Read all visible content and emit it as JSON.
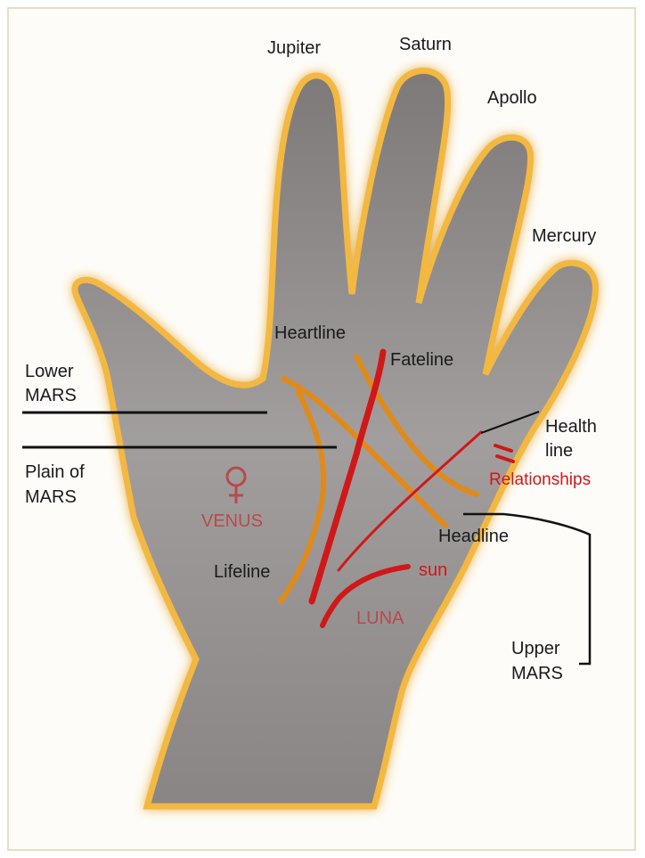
{
  "labels": {
    "jupiter": "Jupiter",
    "saturn": "Saturn",
    "apollo": "Apollo",
    "mercury": "Mercury",
    "heartline": "Heartline",
    "fateline": "Fateline",
    "lower_mars_1": "Lower",
    "lower_mars_2": "MARS",
    "plain_of_mars_1": "Plain of",
    "plain_of_mars_2": "MARS",
    "health_line_1": "Health",
    "health_line_2": "line",
    "relationships": "Relationships",
    "venus": "VENUS",
    "headline": "Headline",
    "lifeline": "Lifeline",
    "sun": "sun",
    "luna": "LUNA",
    "upper_mars_1": "Upper",
    "upper_mars_2": "MARS"
  },
  "colors": {
    "skin": "#9a9696",
    "skin_shadow": "#6f6a6a",
    "glow": "#f5c24a",
    "line_orange": "#e08a1a",
    "line_red": "#d01818",
    "line_dark": "#111111",
    "venus_symbol": "#b84a4a"
  }
}
